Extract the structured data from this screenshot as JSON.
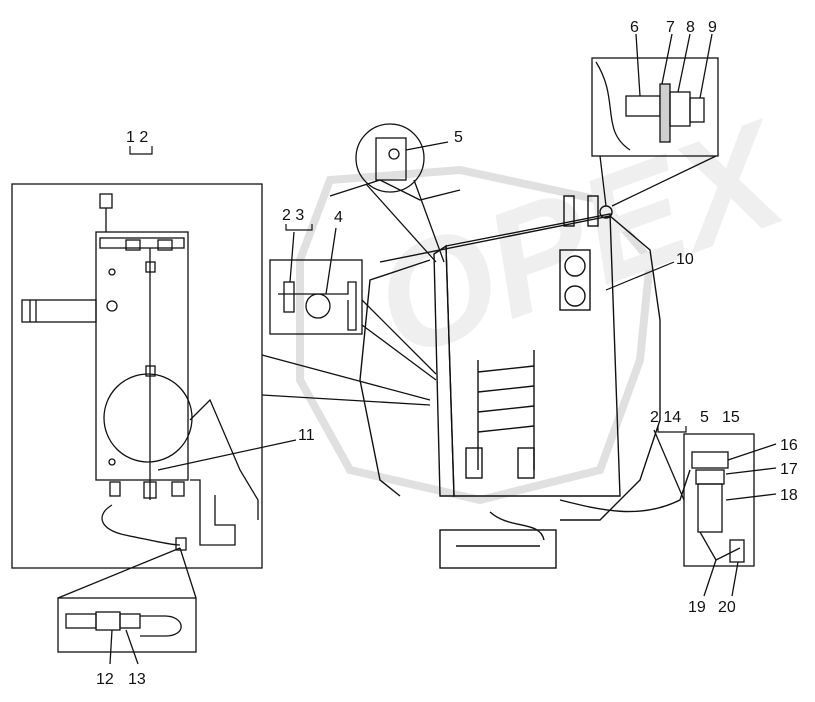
{
  "watermark": "OPEX",
  "callouts": {
    "c1_2": "1 2",
    "c2_3": "2 3",
    "c4": "4",
    "c5_top": "5",
    "c6": "6",
    "c7": "7",
    "c8": "8",
    "c9": "9",
    "c10": "10",
    "c11": "11",
    "c2_14": "2 14",
    "c5_right": "5",
    "c15": "15",
    "c16": "16",
    "c17": "17",
    "c18": "18",
    "c19": "19",
    "c20": "20",
    "c12": "12",
    "c13": "13"
  },
  "colors": {
    "line": "#111111",
    "shade": "#cfcfcf",
    "watermark": "#d9d9d9"
  }
}
